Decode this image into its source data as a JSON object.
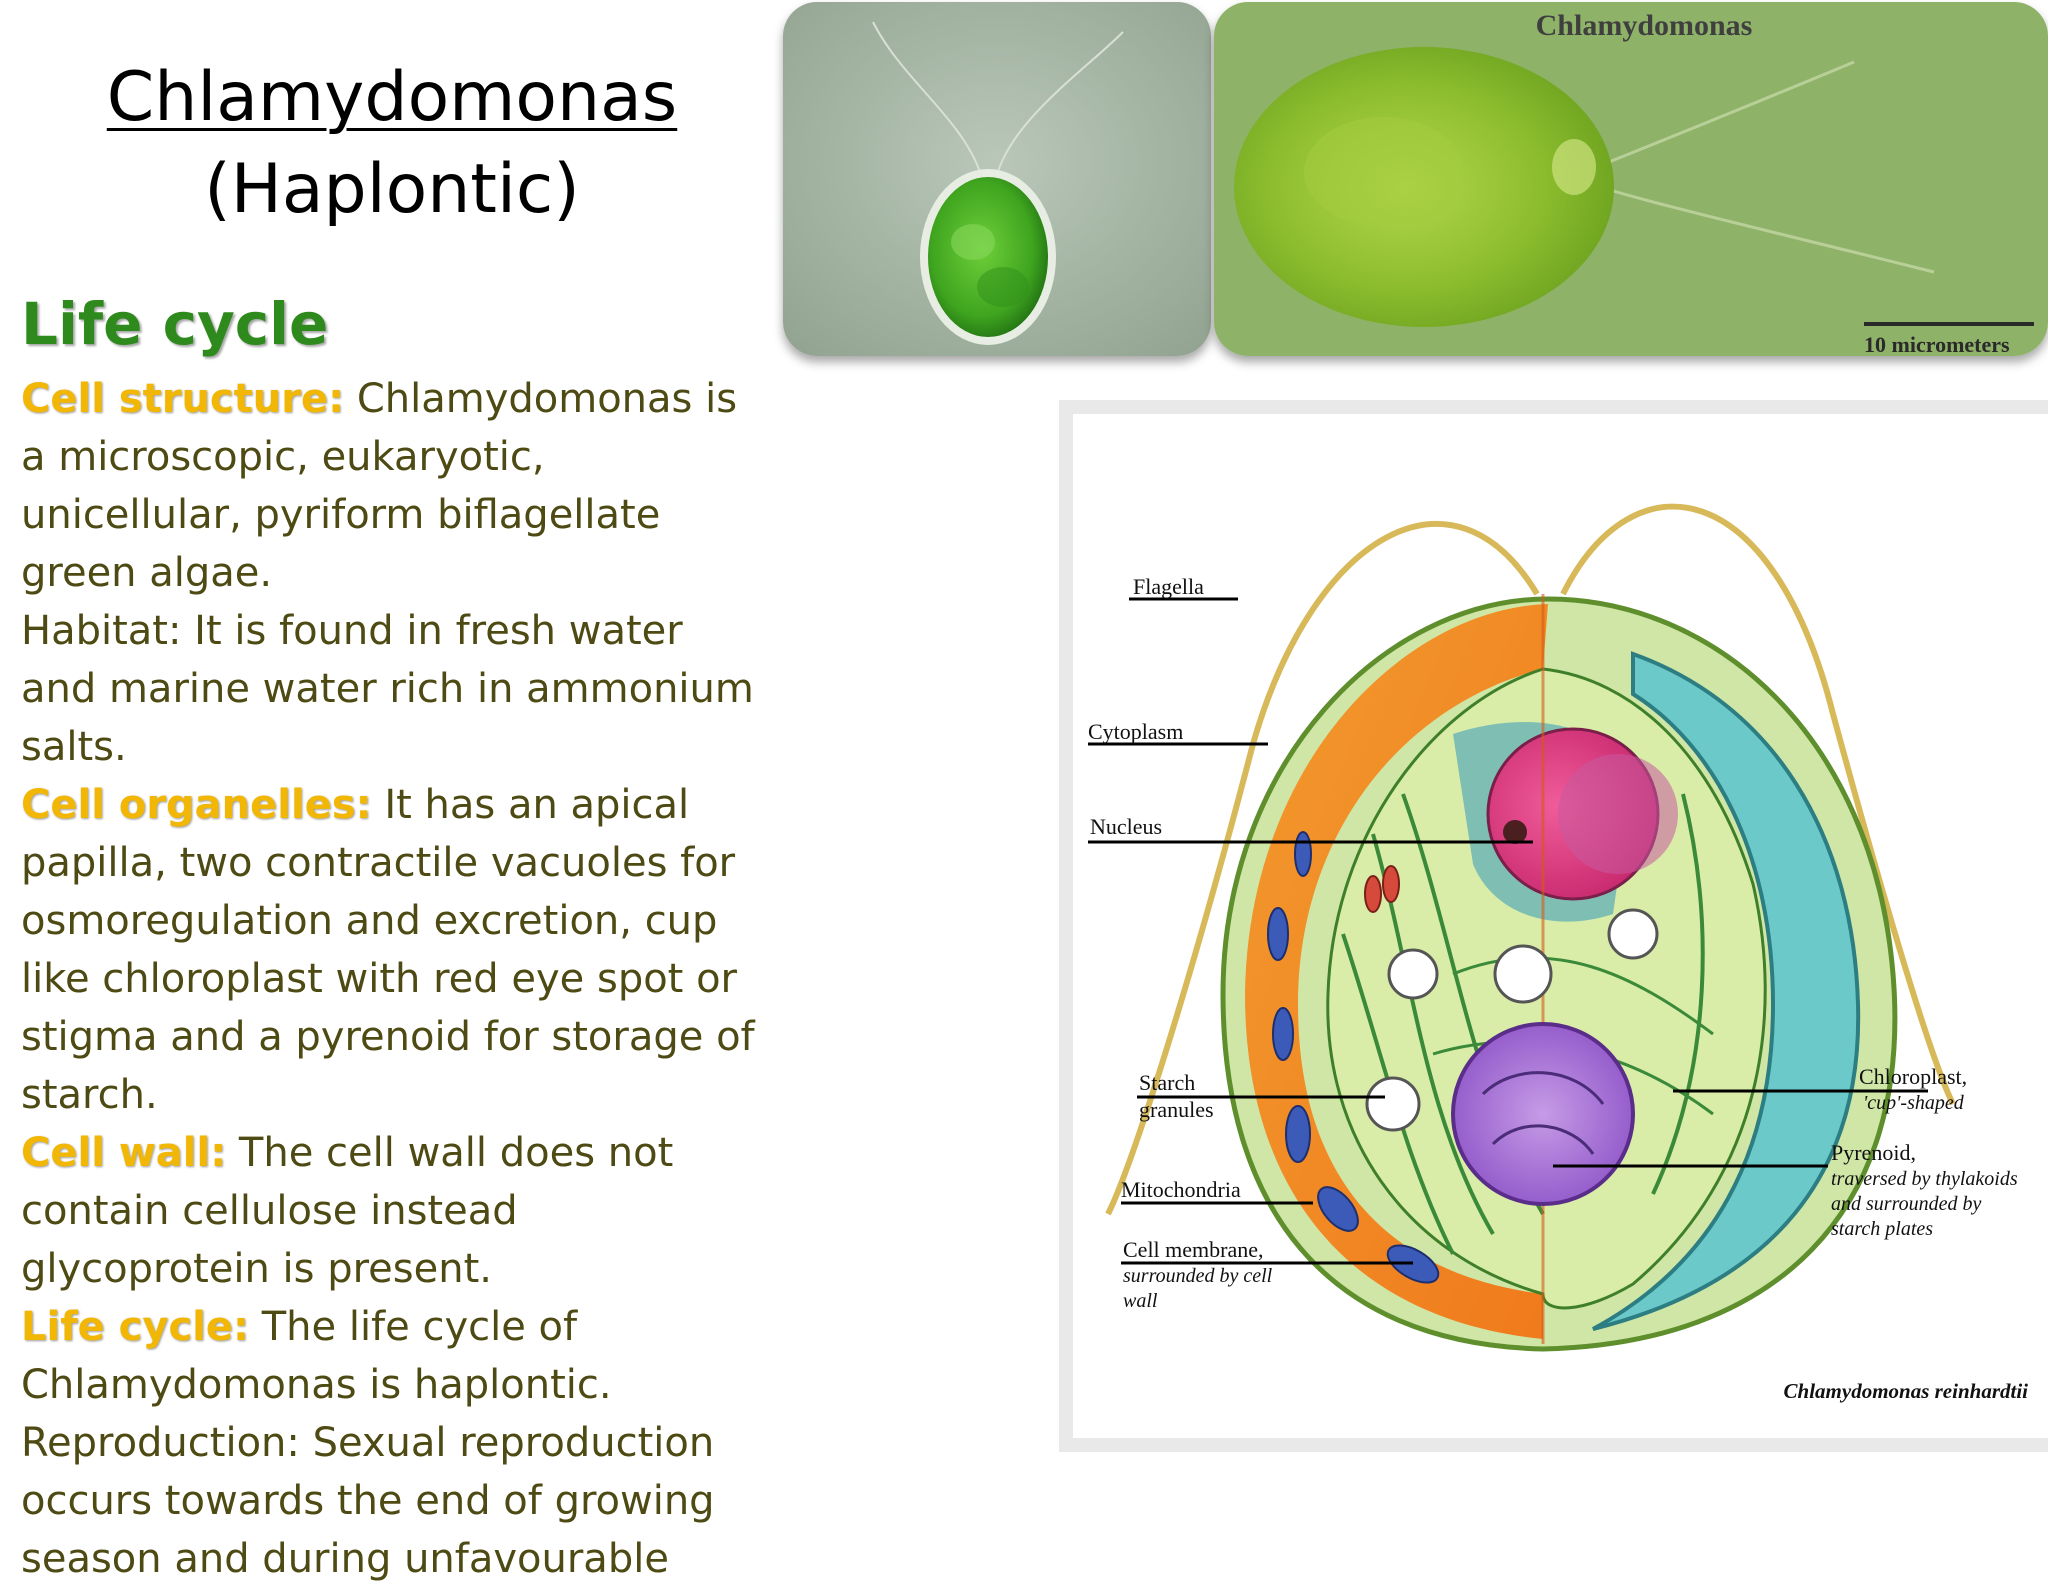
{
  "title": {
    "line1": "Chlamydomonas",
    "line2": "(Haplontic)"
  },
  "heading": "Life cycle",
  "paragraphs": [
    {
      "keyword": "Cell structure:",
      "text": " Chlamydomonas is a microscopic, eukaryotic, unicellular, pyriform biflagellate green algae."
    },
    {
      "keyword": "",
      "text": "Habitat: It is found in fresh water and marine water rich in ammonium salts."
    },
    {
      "keyword": "Cell organelles:",
      "text": " It has an apical papilla, two contractile vacuoles for osmoregulation and excretion, cup like chloroplast with red eye spot or stigma and a pyrenoid for storage of starch."
    },
    {
      "keyword": "Cell wall:",
      "text": " The cell wall does not contain cellulose instead glycoprotein is present."
    },
    {
      "keyword": "Life cycle:",
      "text": " The life cycle of Chlamydomonas is haplontic."
    },
    {
      "keyword": "",
      "text": "Reproduction: Sexual reproduction occurs towards the end of growing season and during unfavourable"
    }
  ],
  "photo_right": {
    "caption": "Chlamydomonas",
    "scale_bar": "10 micrometers"
  },
  "diagram": {
    "labels": {
      "flagella": "Flagella",
      "cytoplasm": "Cytoplasm",
      "nucleus": "Nucleus",
      "starch_1": "Starch",
      "starch_2": "granules",
      "mitochondria": "Mitochondria",
      "cell_membrane_1": "Cell membrane,",
      "cell_membrane_2": "surrounded by cell",
      "cell_membrane_3": "wall",
      "chloroplast_1": "Chloroplast,",
      "chloroplast_2": "'cup'-shaped",
      "pyrenoid_1": "Pyrenoid,",
      "pyrenoid_2": "traversed by thylakoids",
      "pyrenoid_3": "and surrounded by",
      "pyrenoid_4": "starch plates"
    },
    "species": "Chlamydomonas reinhardtii"
  }
}
